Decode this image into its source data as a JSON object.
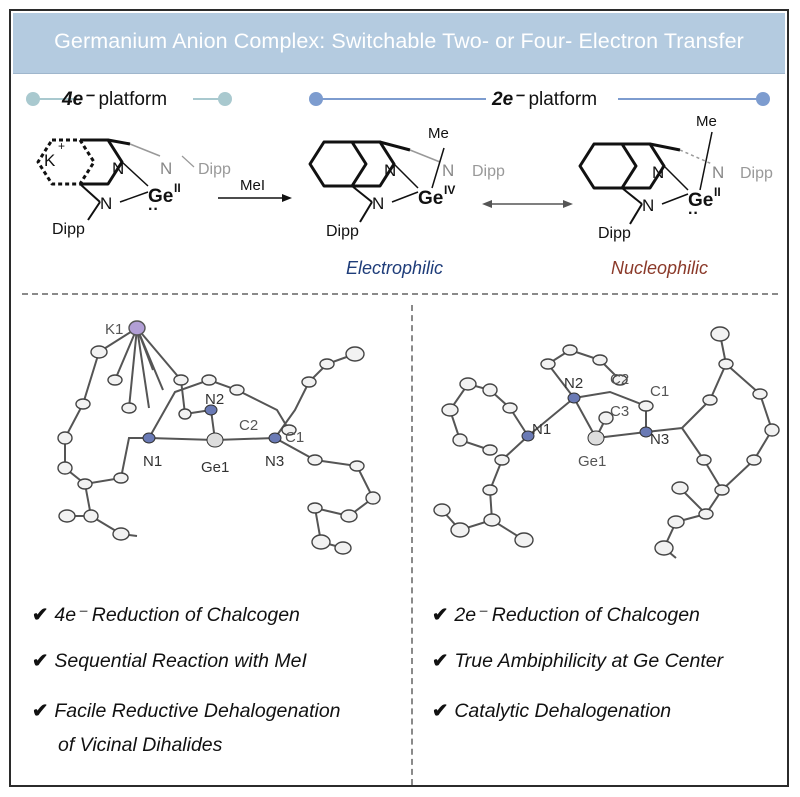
{
  "title": "Germanium Anion Complex: Switchable Two- or Four- Electron Transfer",
  "platforms": {
    "four_e": {
      "bold": "4e⁻",
      "rest": " platform"
    },
    "two_e": {
      "bold": "2e⁻",
      "rest": " platform"
    }
  },
  "scheme": {
    "k_plus": "K",
    "k_sup": "+",
    "n": "N",
    "n_dipp": "N",
    "dipp": "Dipp",
    "ge": "Ge",
    "ge_ii": "II",
    "ge_iv": "IV",
    "me": "Me",
    "reagent": "MeI",
    "electrophilic": "Electrophilic",
    "nucleophilic": "Nucleophilic"
  },
  "crystal_left_labels": [
    "K1",
    "N2",
    "C2",
    "C1",
    "N1",
    "Ge1",
    "N3"
  ],
  "crystal_right_labels": [
    "N2",
    "C2",
    "C1",
    "C3",
    "N1",
    "N3",
    "Ge1"
  ],
  "features_left": [
    {
      "check": "✔",
      "text": "4e⁻ Reduction of Chalcogen"
    },
    {
      "check": "✔",
      "text": "Sequential Reaction with MeI"
    },
    {
      "check": "✔",
      "text": "Facile Reductive Dehalogenation"
    },
    {
      "check": "",
      "text": "of Vicinal Dihalides"
    }
  ],
  "features_right": [
    {
      "check": "✔",
      "text": "2e⁻ Reduction of Chalcogen"
    },
    {
      "check": "✔",
      "text": "True Ambiphilicity at Ge Center"
    },
    {
      "check": "✔",
      "text": "Catalytic Dehalogenation"
    }
  ],
  "colors": {
    "title_bg": "#b4cbe0",
    "platform_4e": "#a9c9cf",
    "platform_2e": "#7d9ccf",
    "electrophilic": "#1f3d7a",
    "nucleophilic": "#8b3a2a",
    "k_atom": "#b29fd6",
    "n_atom": "#6a7ab5"
  }
}
